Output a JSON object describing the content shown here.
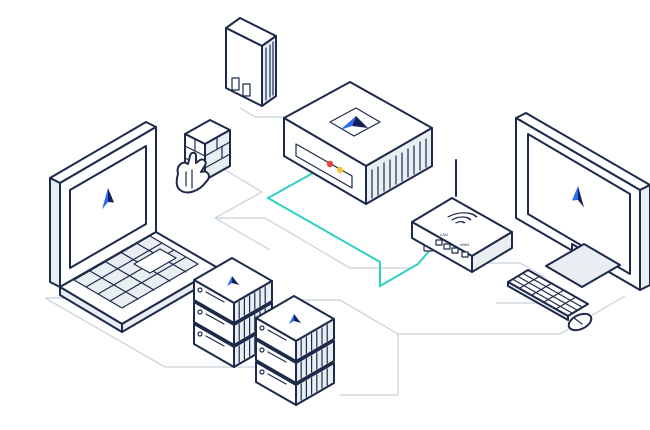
{
  "colors": {
    "outline": "#1d2a4a",
    "surface": "#ffffff",
    "shade": "#e9eef3",
    "network_wire": "#c5d2dc",
    "active_cable": "#2ed3c0",
    "logo_blue": "#2d6df6",
    "logo_dark": "#15215a",
    "led_red": "#e8423b",
    "led_yellow": "#f5c542"
  },
  "icons": {
    "logo": "arrow-a-logo-icon",
    "wifi": "wifi-icon",
    "hand": "hand-icon",
    "firewall": "brick-wall-icon"
  },
  "router": {
    "port_label_lan": "LAN",
    "port_label_wan": "WAN"
  },
  "devices": [
    "tower-server",
    "firewall",
    "laptop",
    "central-appliance",
    "wifi-router",
    "desktop-monitor",
    "keyboard",
    "mouse",
    "server-stack-left",
    "server-stack-right"
  ]
}
